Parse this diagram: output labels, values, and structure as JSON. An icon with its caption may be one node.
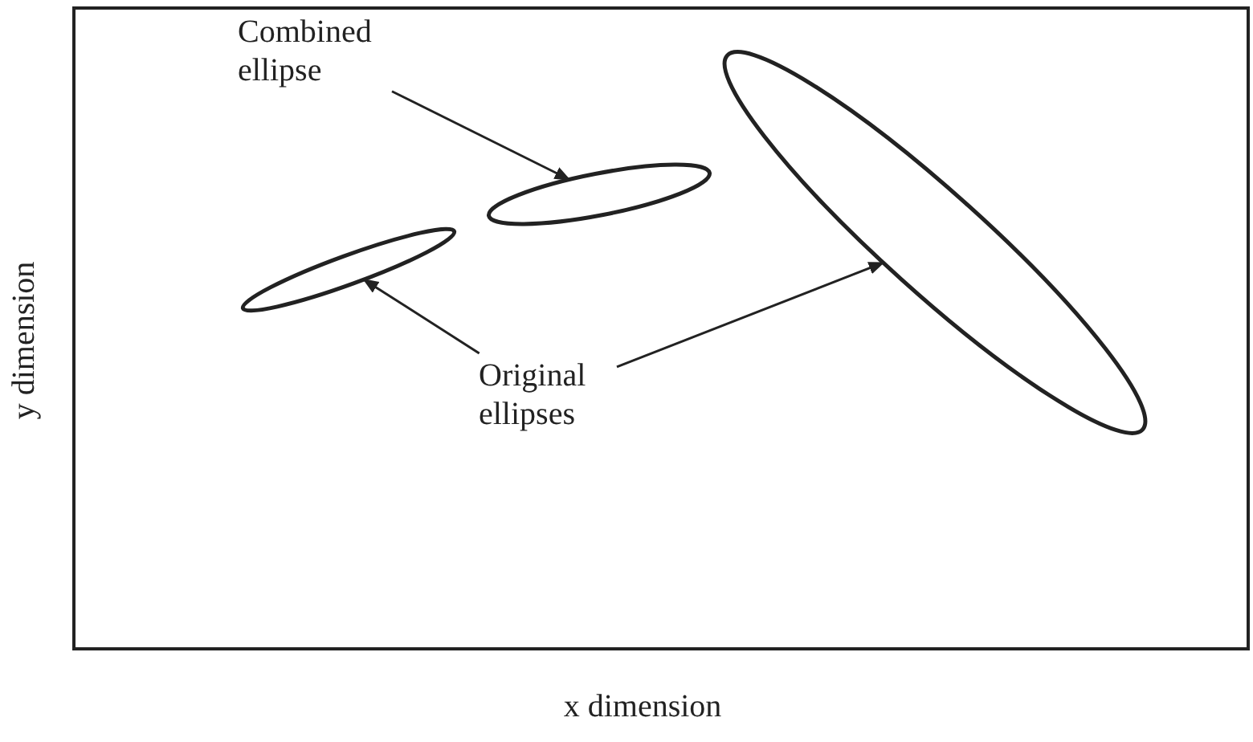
{
  "diagram": {
    "nodes": [
      {
        "text": [
          "Combined ellipse"
        ]
      },
      {
        "text": [],
        "shape": "ellipse"
      },
      {
        "text": [],
        "shape": "ellipse"
      },
      {
        "text": [],
        "shape": "ellipse"
      },
      {
        "text": [
          "Original ellipses"
        ]
      }
    ],
    "edges": [
      {
        "from": 0,
        "to": 2,
        "arrow": "to"
      },
      {
        "from": 4,
        "to": 1,
        "arrow": "to"
      },
      {
        "from": 4,
        "to": 3,
        "arrow": "to"
      }
    ],
    "labels": [
      "y dimension",
      "x dimension"
    ]
  }
}
